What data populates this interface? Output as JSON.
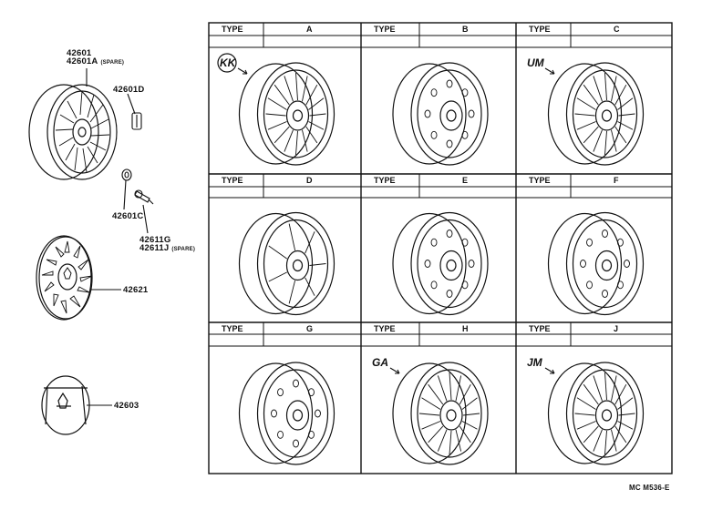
{
  "parts": {
    "wheel": {
      "num": "42601",
      "num_spare": "42601A",
      "spare": "(SPARE)"
    },
    "wheel_weight": {
      "num": "42601D"
    },
    "valve_cap": {
      "num": "42601C"
    },
    "valve": {
      "num": "42611G",
      "num_spare": "42611J",
      "spare": "(SPARE)"
    },
    "wheel_cover": {
      "num": "42621"
    },
    "ornament": {
      "num": "42603"
    }
  },
  "types": [
    {
      "header": "TYPE",
      "letter": "A",
      "badge": "KK"
    },
    {
      "header": "TYPE",
      "letter": "B",
      "badge": ""
    },
    {
      "header": "TYPE",
      "letter": "C",
      "badge": "UM"
    },
    {
      "header": "TYPE",
      "letter": "D",
      "badge": ""
    },
    {
      "header": "TYPE",
      "letter": "E",
      "badge": ""
    },
    {
      "header": "TYPE",
      "letter": "F",
      "badge": ""
    },
    {
      "header": "TYPE",
      "letter": "G",
      "badge": ""
    },
    {
      "header": "TYPE",
      "letter": "H",
      "badge": "GA"
    },
    {
      "header": "TYPE",
      "letter": "J",
      "badge": "JM"
    }
  ],
  "figure_code": "MC M536-E"
}
